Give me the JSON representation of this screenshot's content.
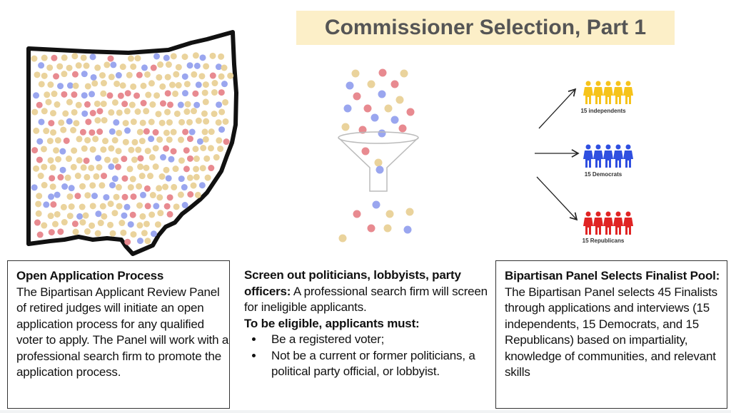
{
  "title": "Commissioner Selection, Part 1",
  "colors": {
    "independent": "#f6c31b",
    "democrat": "#2f4fe0",
    "republican": "#e02424",
    "dot_tan": "#ead39c",
    "dot_red": "#e88a90",
    "dot_blue": "#9aa6ef",
    "title_bg": "#fcefc8"
  },
  "groups": [
    {
      "label": "15 independents"
    },
    {
      "label": "15 Democrats"
    },
    {
      "label": "15 Republicans"
    }
  ],
  "boxes": [
    {
      "heading": "Open Application Process",
      "body": "The Bipartisan Applicant Review Panel of retired judges will initiate an open application process for any qualified voter to apply. The Panel will work with a professional search firm to promote the application process."
    },
    {
      "heading": "Screen out politicians, lobbyists, party officers:",
      "body": " A professional search firm will screen for ineligible applicants.",
      "subheading": "To be eligible, applicants must:",
      "bullets": [
        "Be a registered voter;",
        "Not be a current or former politicians, a political party official, or lobbyist."
      ]
    },
    {
      "heading": "Bipartisan Panel Selects Finalist Pool:",
      "body": " The Bipartisan Panel selects 45 Finalists through applications and interviews (15 independents, 15 Democrats, and 15 Republicans) based on impartiality, knowledge of communities, and relevant skills"
    }
  ]
}
